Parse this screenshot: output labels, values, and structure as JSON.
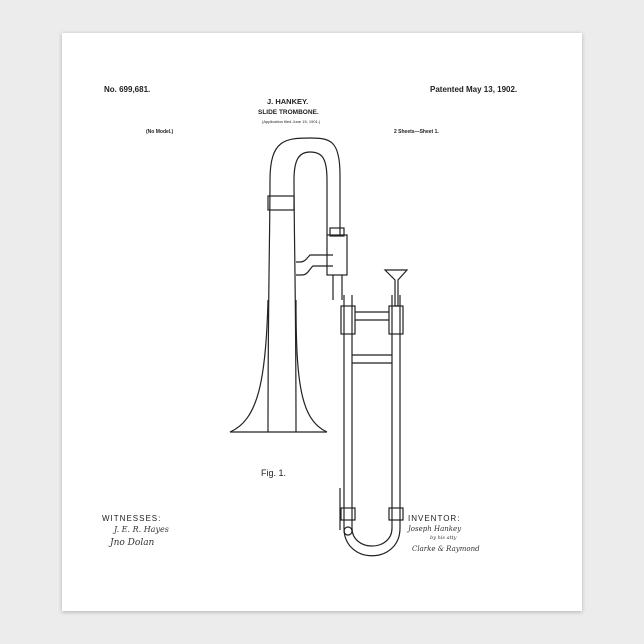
{
  "patent": {
    "number": "No. 699,681.",
    "date": "Patented May 13, 1902.",
    "inventor_name": "J. HANKEY.",
    "title": "SLIDE TROMBONE.",
    "application": "(Application filed June 15, 1901.)",
    "model": "(No Model.)",
    "sheets": "2 Sheets—Sheet 1.",
    "figure_label": "Fig. 1.",
    "witnesses_label": "WITNESSES:",
    "witness_signatures": [
      "J. E. R. Hayes",
      "Jno Dolan"
    ],
    "inventor_label": "INVENTOR:",
    "inventor_signatures": [
      "Joseph Hankey",
      "by his atty",
      "Clarke & Raymond"
    ]
  }
}
